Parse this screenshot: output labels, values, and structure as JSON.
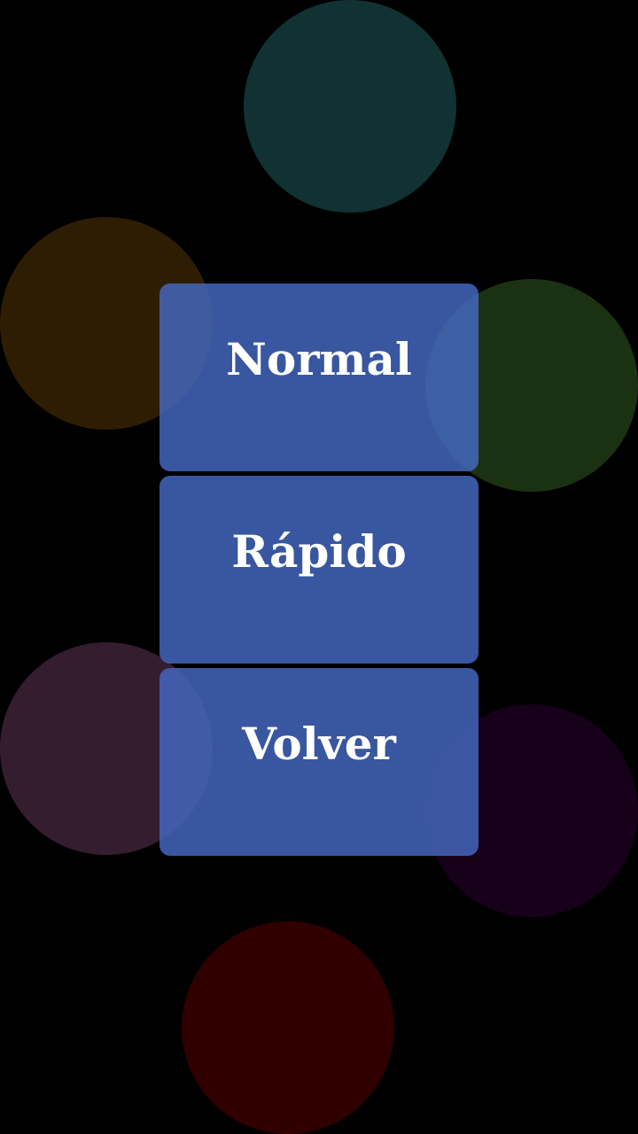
{
  "menu": {
    "buttons": [
      {
        "label": "Normal"
      },
      {
        "label": "Rápido"
      },
      {
        "label": "Volver"
      }
    ],
    "button_color": "#4669c3"
  },
  "background": {
    "color": "#000000",
    "circles": [
      {
        "color": "#103232"
      },
      {
        "color": "#2e1d02"
      },
      {
        "color": "#1b3212"
      },
      {
        "color": "#351d30"
      },
      {
        "color": "#17001a"
      },
      {
        "color": "#300000"
      }
    ]
  }
}
